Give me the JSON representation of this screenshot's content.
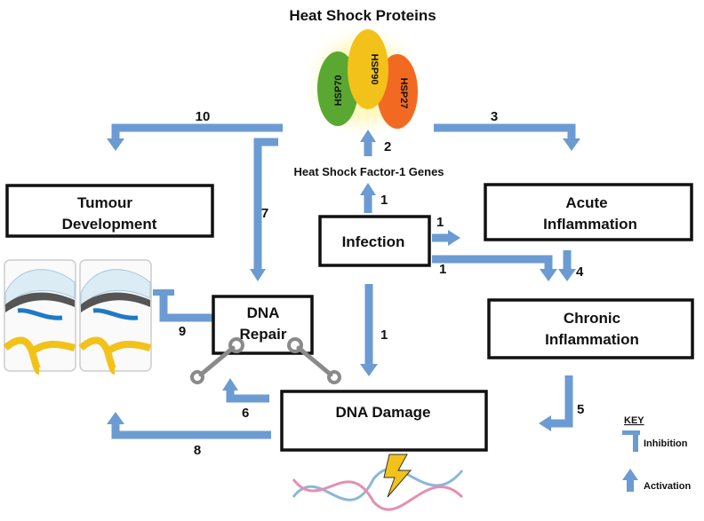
{
  "title": "Heat Shock Proteins",
  "hsp": {
    "hsp70": "HSP70",
    "hsp90": "HSP90",
    "hsp27": "HSP27",
    "colors": {
      "hsp70": "#5aa832",
      "hsp90": "#f2c21a",
      "hsp27": "#f26a22"
    }
  },
  "hsf_label": "Heat Shock Factor-1 Genes",
  "boxes": {
    "tumour_line1": "Tumour",
    "tumour_line2": "Development",
    "acute_line1": "Acute",
    "acute_line2": "Inflammation",
    "infection": "Infection",
    "chronic_line1": "Chronic",
    "chronic_line2": "Inflammation",
    "dna_repair_line1": "DNA",
    "dna_repair_line2": "Repair",
    "dna_damage": "DNA Damage"
  },
  "numbers": {
    "n10": "10",
    "n3": "3",
    "n2": "2",
    "n1_hsf": "1",
    "n7": "7",
    "n1_acute": "1",
    "n1_chronic": "1",
    "n4": "4",
    "n9": "9",
    "n1_damage": "1",
    "n6": "6",
    "n5": "5",
    "n8": "8"
  },
  "key": {
    "title": "KEY",
    "inhibition": "Inhibition",
    "activation": "Activation"
  },
  "colors": {
    "arrow": "#6b9bd2",
    "box_border": "#111111"
  }
}
